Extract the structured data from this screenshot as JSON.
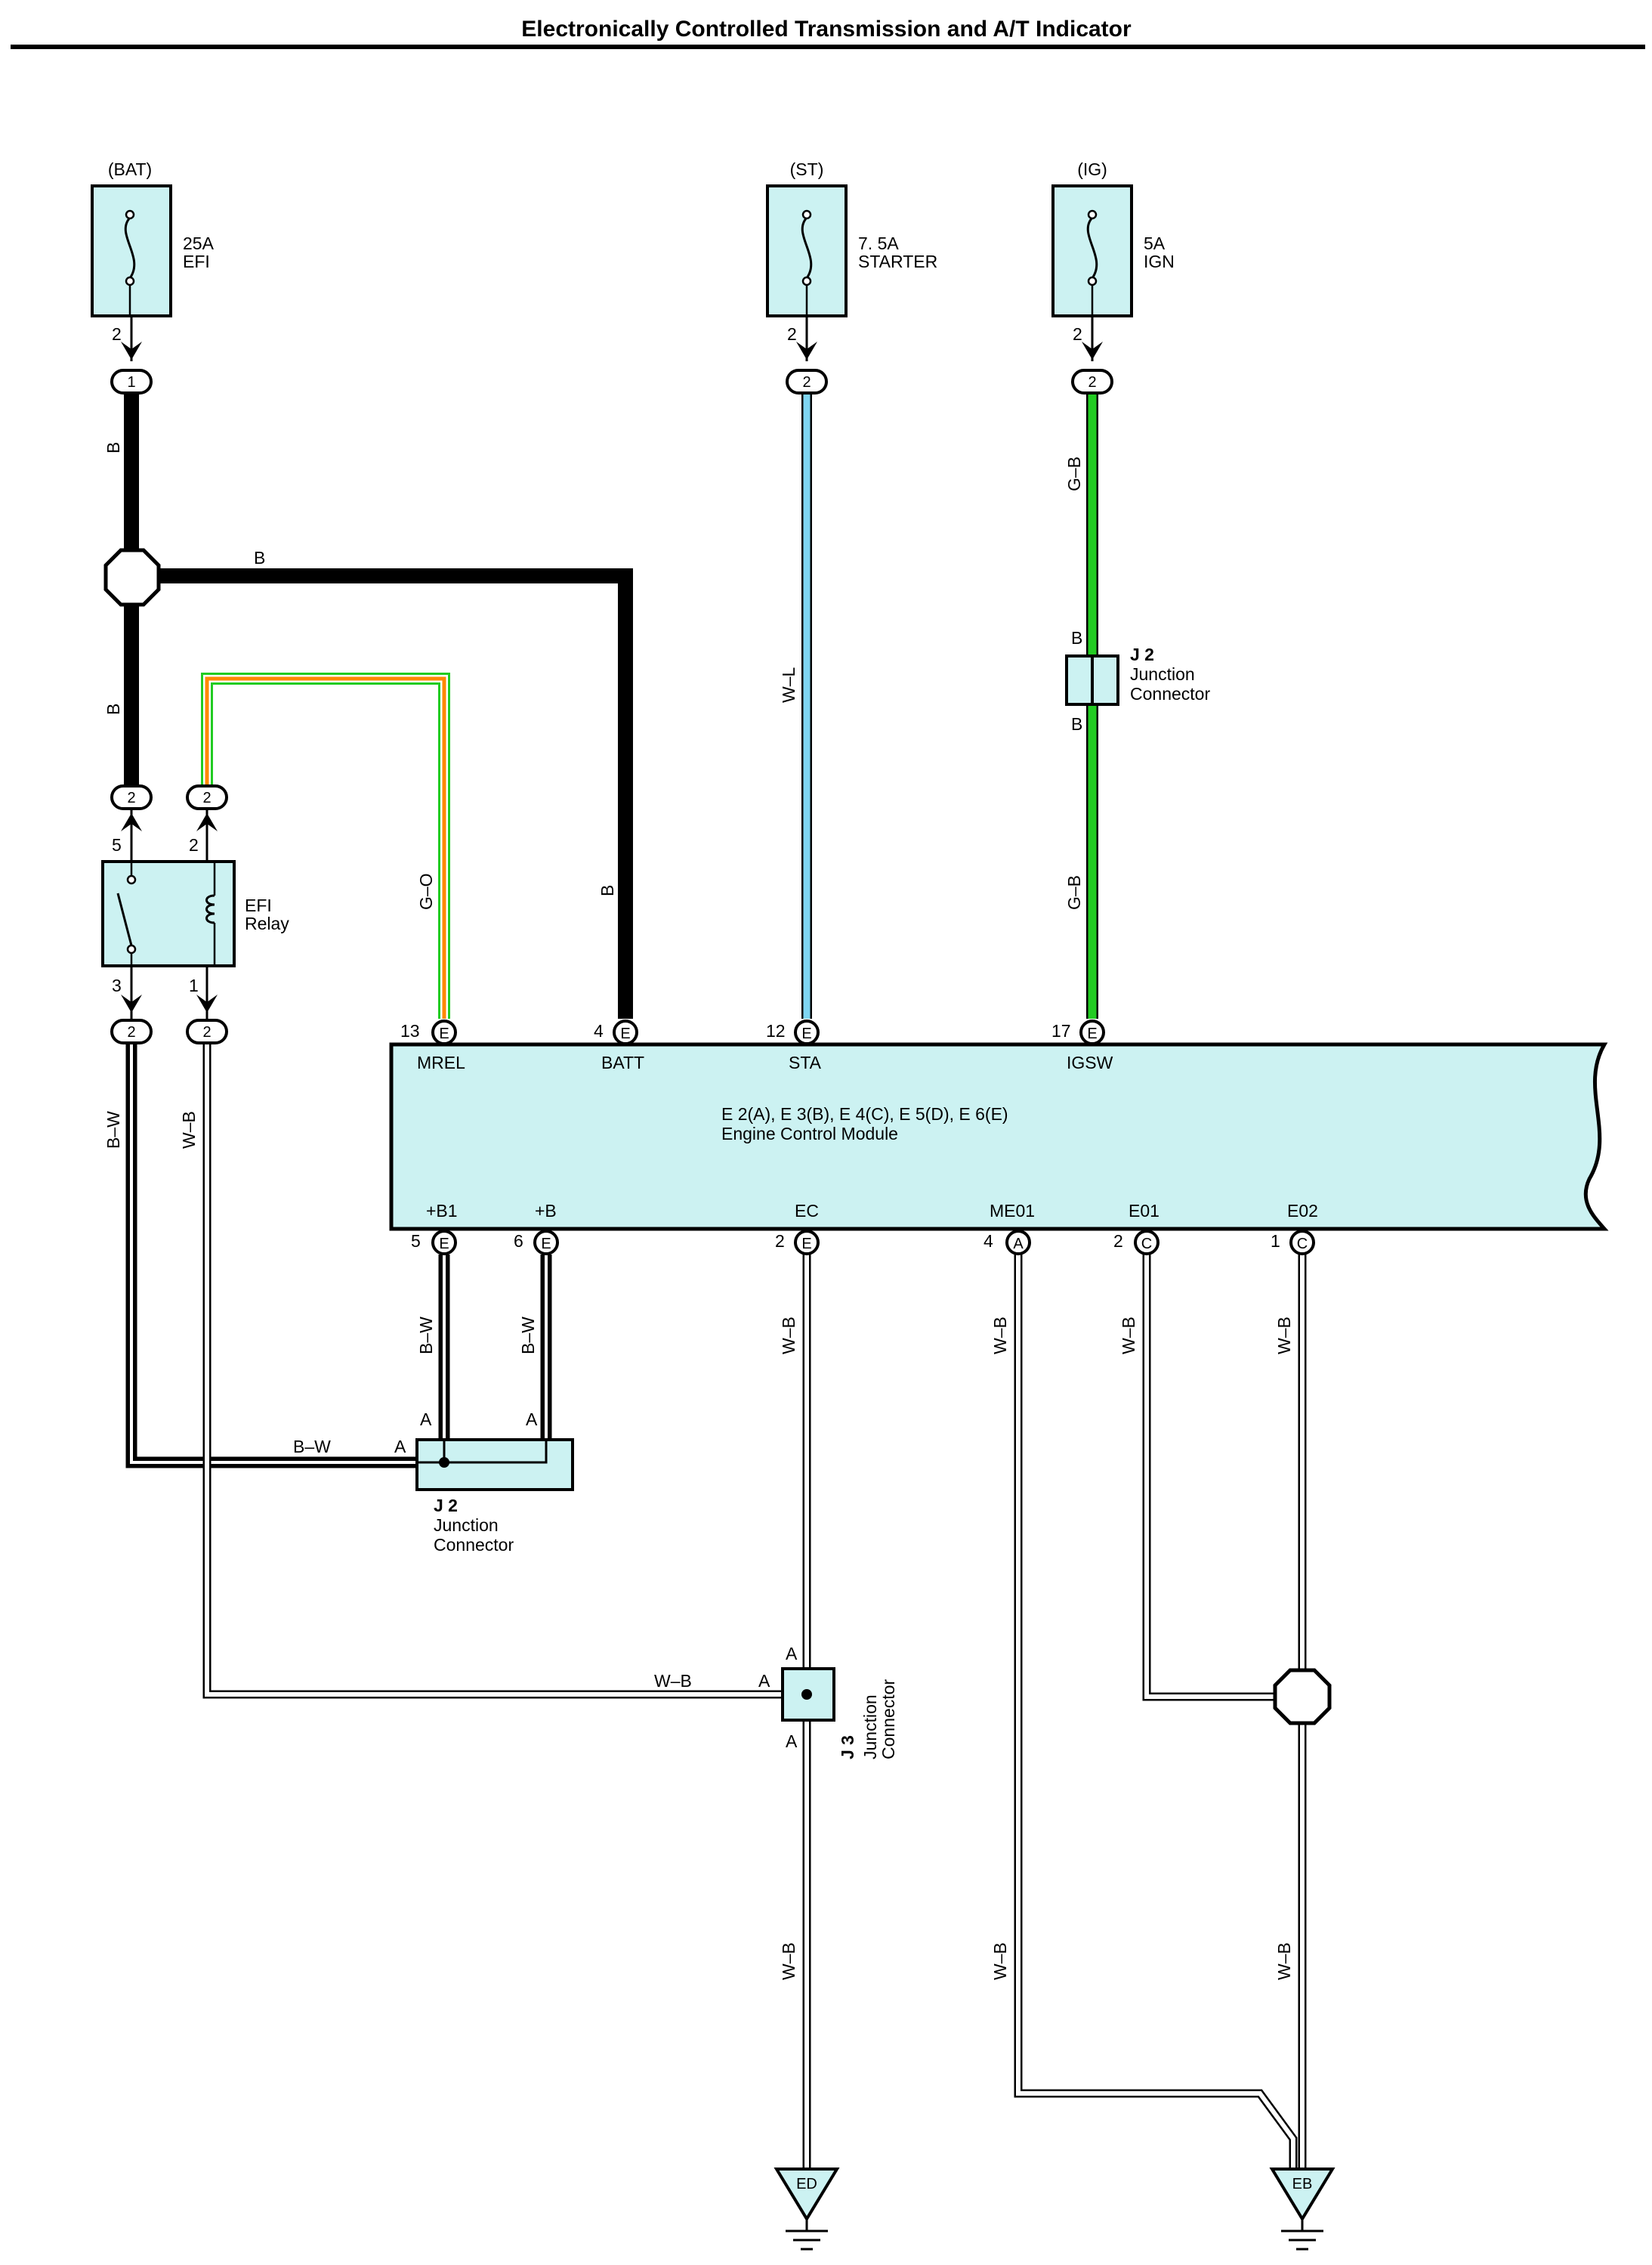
{
  "title": "Electronically Controlled Transmission and A/T Indicator",
  "colors": {
    "module_fill": "#ccf2f2",
    "wire_black": "#000000",
    "wire_blue": "#7fd6f2",
    "wire_green": "#22cc22",
    "wire_orange": "#ff8800",
    "wire_white": "#ffffff"
  },
  "fuses": [
    {
      "source": "(BAT)",
      "rating": "25A",
      "name": "EFI",
      "pin": "2",
      "connector": "1"
    },
    {
      "source": "(ST)",
      "rating": "7. 5A",
      "name": "STARTER",
      "pin": "2",
      "connector": "2"
    },
    {
      "source": "(IG)",
      "rating": "5A",
      "name": "IGN",
      "pin": "2",
      "connector": "2"
    }
  ],
  "relay": {
    "line1": "EFI",
    "line2": "Relay",
    "pins": {
      "p5": "5",
      "p2": "2",
      "p3": "3",
      "p1": "1"
    },
    "connectors": {
      "top_left": "2",
      "top_right": "2",
      "bottom_left": "2",
      "bottom_right": "2"
    }
  },
  "wire_labels": {
    "bat_b_top": "B",
    "bat_b_mid": "B",
    "bat_b_horizontal": "B",
    "batt_b": "B",
    "g_o": "G–O",
    "w_l": "W–L",
    "g_b_top": "G–B",
    "g_b_bottom": "G–B",
    "b_w_left": "B–W",
    "w_b_left": "W–B",
    "b_w_h": "B–W",
    "b_w_b1": "B–W",
    "b_w_b": "B–W",
    "w_b_ec": "W–B",
    "w_b_me01": "W–B",
    "w_b_e01": "W–B",
    "w_b_e02": "W–B",
    "w_b_h": "W–B",
    "w_b_ed": "W–B",
    "w_b_lower_me01": "W–B",
    "w_b_eb": "W–B"
  },
  "ecm": {
    "title": "E 2(A), E 3(B), E 4(C), E 5(D), E 6(E)",
    "subtitle": "Engine Control Module",
    "top_pins": [
      {
        "num": "13",
        "conn": "E",
        "name": "MREL"
      },
      {
        "num": "4",
        "conn": "E",
        "name": "BATT"
      },
      {
        "num": "12",
        "conn": "E",
        "name": "STA"
      },
      {
        "num": "17",
        "conn": "E",
        "name": "IGSW"
      }
    ],
    "bottom_pins": [
      {
        "num": "5",
        "conn": "E",
        "name": "+B1"
      },
      {
        "num": "6",
        "conn": "E",
        "name": "+B"
      },
      {
        "num": "2",
        "conn": "E",
        "name": "EC"
      },
      {
        "num": "4",
        "conn": "A",
        "name": "ME01"
      },
      {
        "num": "2",
        "conn": "C",
        "name": "E01"
      },
      {
        "num": "1",
        "conn": "C",
        "name": "E02"
      }
    ]
  },
  "junctions": {
    "j2_top": {
      "id": "J 2",
      "line1": "Junction",
      "line2": "Connector",
      "pin_top": "B",
      "pin_bottom": "B"
    },
    "j2_bottom": {
      "id": "J 2",
      "line1": "Junction",
      "line2": "Connector",
      "pin_a1": "A",
      "pin_a2": "A",
      "pin_a3": "A"
    },
    "j3": {
      "id": "J 3",
      "line1": "Junction",
      "line2": "Connector",
      "pin_top": "A",
      "pin_left": "A",
      "pin_bottom": "A",
      "pin_left_wire": "A"
    }
  },
  "grounds": [
    {
      "name": "ED"
    },
    {
      "name": "EB"
    }
  ]
}
